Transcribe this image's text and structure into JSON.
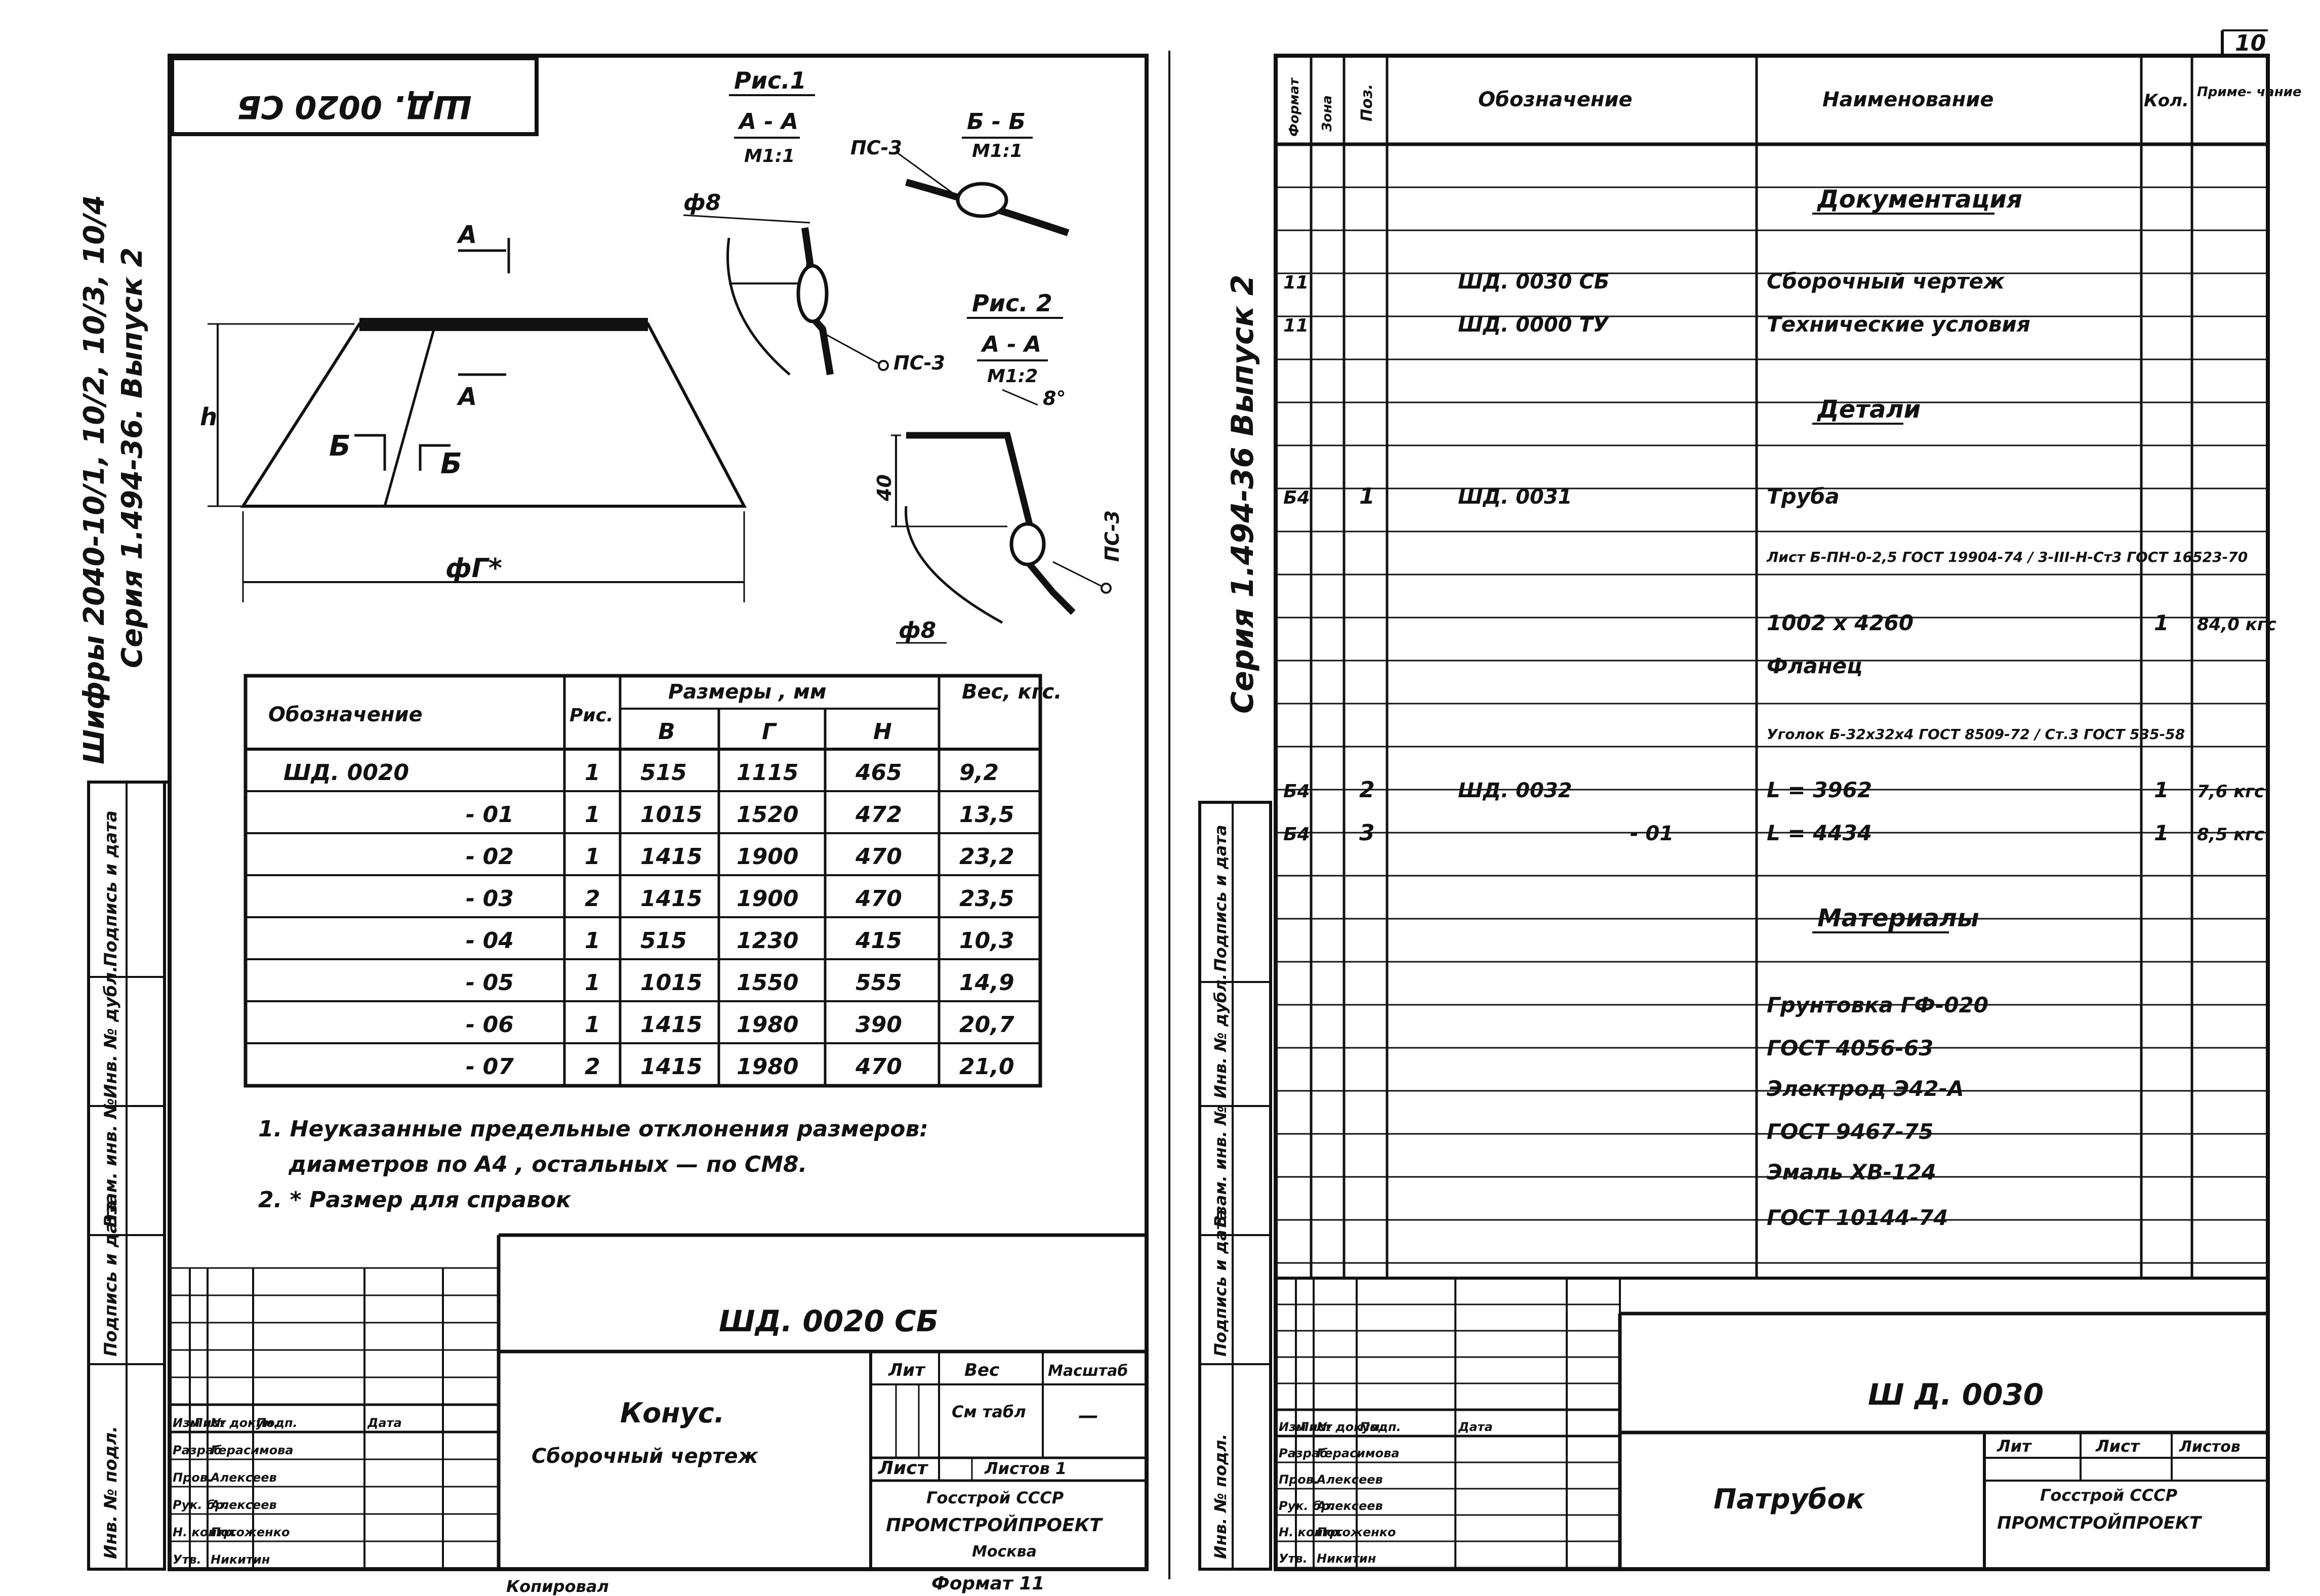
{
  "page_number": "10",
  "left_sheet": {
    "stamp_code": "ШД. 0020 СБ",
    "vertical_codes": "Шифры 2040-10/1, 10/2, 10/3, 10/4",
    "vertical_series": "Серия 1.494-36. Выпуск 2",
    "fig1": {
      "title": "Рис.1",
      "sec_aa": "А - А",
      "scale_aa": "М1:1",
      "sec_bb": "Б - Б",
      "scale_bb": "М1:1",
      "weld": "ПС-3",
      "dia": "ф8"
    },
    "fig2": {
      "title": "Рис. 2",
      "sec_aa": "А - А",
      "scale_aa": "М1:2",
      "angle": "8°",
      "dim": "40",
      "weld": "ПС-3",
      "dia": "ф8"
    },
    "cone": {
      "sec_a": "А",
      "h": "h",
      "b": "Б",
      "diam": "фГ*"
    },
    "table": {
      "headers": {
        "designation": "Обозначение",
        "fig": "Рис.",
        "sizes": "Размеры , мм",
        "weight": "Вес, кгс.",
        "b": "В",
        "g": "Г",
        "h": "Н"
      },
      "rows": [
        [
          "ШД. 0020",
          "1",
          "515",
          "1115",
          "465",
          "9,2"
        ],
        [
          "- 01",
          "1",
          "1015",
          "1520",
          "472",
          "13,5"
        ],
        [
          "- 02",
          "1",
          "1415",
          "1900",
          "470",
          "23,2"
        ],
        [
          "- 03",
          "2",
          "1415",
          "1900",
          "470",
          "23,5"
        ],
        [
          "- 04",
          "1",
          "515",
          "1230",
          "415",
          "10,3"
        ],
        [
          "- 05",
          "1",
          "1015",
          "1550",
          "555",
          "14,9"
        ],
        [
          "- 06",
          "1",
          "1415",
          "1980",
          "390",
          "20,7"
        ],
        [
          "- 07",
          "2",
          "1415",
          "1980",
          "470",
          "21,0"
        ]
      ]
    },
    "notes": [
      "1. Неуказанные предельные отклонения размеров:",
      "диаметров по А4 , остальных — по СМ8.",
      "2. * Размер для справок"
    ],
    "side_stamps": [
      "Подпись и дата",
      "Инв. № дубл.",
      "Взам. инв. №",
      "Подпись и дата",
      "Инв. № подл."
    ],
    "title_block": {
      "code": "ШД. 0020 СБ",
      "name1": "Конус.",
      "name2": "Сборочный чертеж",
      "lit": "Лит",
      "weight": "Вес",
      "scale": "Масштаб",
      "weight_val": "См табл",
      "scale_val": "—",
      "sheet": "Лист",
      "sheets": "Листов 1",
      "org1": "Госстрой СССР",
      "org2": "ПРОМСТРОЙПРОЕКТ",
      "org3": "Москва",
      "col_headers": [
        "Изм",
        "Лист",
        "№ докум.",
        "Подп.",
        "Дата"
      ],
      "roles": [
        [
          "Разраб",
          "Герасимова"
        ],
        [
          "Пров.",
          "Алексеев"
        ],
        [
          "Рук. бр.",
          "Алексеев"
        ],
        [
          "Н. контр.",
          "Потоженко"
        ],
        [
          "Утв.",
          "Никитин"
        ]
      ],
      "copied": "Копировал",
      "format": "Формат 11"
    }
  },
  "right_sheet": {
    "vertical_series": "Серия 1.494-36 Выпуск 2",
    "headers": {
      "format": "Формат",
      "zone": "Зона",
      "pos": "Поз.",
      "designation": "Обозначение",
      "name": "Наименование",
      "qty": "Кол.",
      "note": "Приме- чание"
    },
    "rows": [
      {
        "fmt": "",
        "pos": "",
        "des": "",
        "name": "Документация",
        "qty": "",
        "note": "",
        "section": true
      },
      {
        "fmt": "11",
        "pos": "",
        "des": "ШД. 0030 СБ",
        "name": "Сборочный чертеж",
        "qty": "",
        "note": ""
      },
      {
        "fmt": "11",
        "pos": "",
        "des": "ШД. 0000 ТУ",
        "name": "Технические условия",
        "qty": "",
        "note": ""
      },
      {
        "fmt": "",
        "pos": "",
        "des": "",
        "name": "Детали",
        "qty": "",
        "note": "",
        "section": true
      },
      {
        "fmt": "Б4",
        "pos": "1",
        "des": "ШД. 0031",
        "name": "Труба",
        "qty": "",
        "note": ""
      },
      {
        "fmt": "",
        "pos": "",
        "des": "",
        "name": "Лист Б-ПН-0-2,5 ГОСТ 19904-74 / 3-III-Н-Ст3 ГОСТ 16523-70",
        "qty": "",
        "note": ""
      },
      {
        "fmt": "",
        "pos": "",
        "des": "",
        "name": "1002 х 4260",
        "qty": "1",
        "note": "84,0 кгс"
      },
      {
        "fmt": "",
        "pos": "",
        "des": "",
        "name": "Фланец",
        "qty": "",
        "note": ""
      },
      {
        "fmt": "",
        "pos": "",
        "des": "",
        "name": "Уголок Б-32х32х4 ГОСТ 8509-72 / Ст.3 ГОСТ 535-58",
        "qty": "",
        "note": ""
      },
      {
        "fmt": "Б4",
        "pos": "2",
        "des": "ШД. 0032",
        "name": "L = 3962",
        "qty": "1",
        "note": "7,6 кгс"
      },
      {
        "fmt": "Б4",
        "pos": "3",
        "des": "- 01",
        "name": "L = 4434",
        "qty": "1",
        "note": "8,5 кгс"
      },
      {
        "fmt": "",
        "pos": "",
        "des": "",
        "name": "Материалы",
        "qty": "",
        "note": "",
        "section": true
      },
      {
        "fmt": "",
        "pos": "",
        "des": "",
        "name": "Грунтовка ГФ-020",
        "qty": "",
        "note": ""
      },
      {
        "fmt": "",
        "pos": "",
        "des": "",
        "name": "ГОСТ 4056-63",
        "qty": "",
        "note": ""
      },
      {
        "fmt": "",
        "pos": "",
        "des": "",
        "name": "Электрод Э42-А",
        "qty": "",
        "note": ""
      },
      {
        "fmt": "",
        "pos": "",
        "des": "",
        "name": "ГОСТ 9467-75",
        "qty": "",
        "note": ""
      },
      {
        "fmt": "",
        "pos": "",
        "des": "",
        "name": "Эмаль ХВ-124",
        "qty": "",
        "note": ""
      },
      {
        "fmt": "",
        "pos": "",
        "des": "",
        "name": "ГОСТ 10144-74",
        "qty": "",
        "note": ""
      }
    ],
    "side_stamps": [
      "Подпись и дата",
      "Инв. № дубл.",
      "Взам. инв. №",
      "Подпись и дата",
      "Инв. № подл."
    ],
    "title_block": {
      "code": "Ш Д. 0030",
      "name": "Патрубок",
      "lit": "Лит",
      "sheet": "Лист",
      "sheets": "Листов",
      "org1": "Госстрой СССР",
      "org2": "ПРОМСТРОЙПРОЕКТ",
      "col_headers": [
        "Изм",
        "Лист",
        "№ докум.",
        "Подп.",
        "Дата"
      ],
      "roles": [
        [
          "Разраб",
          "Герасимова"
        ],
        [
          "Пров.",
          "Алексеев"
        ],
        [
          "Рук. бр.",
          "Алексеев"
        ],
        [
          "Н. контр.",
          "Потоженко"
        ],
        [
          "Утв.",
          "Никитин"
        ]
      ]
    }
  }
}
